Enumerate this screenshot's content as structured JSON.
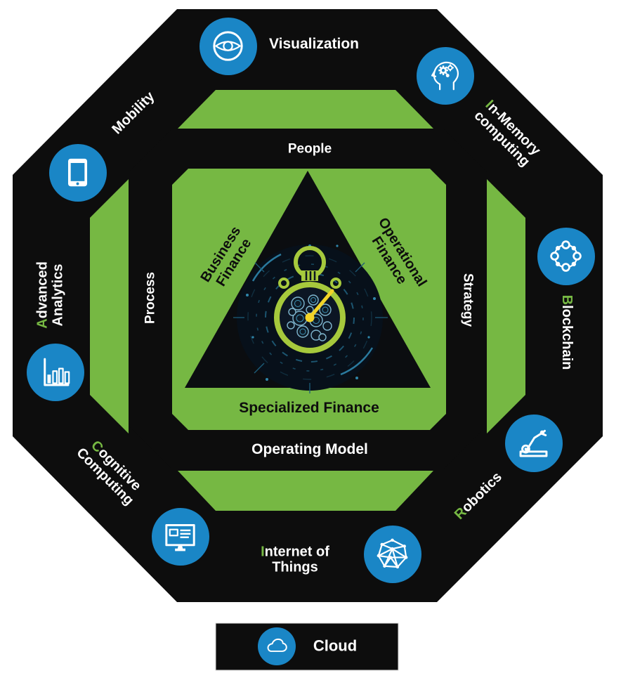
{
  "colors": {
    "green": "#76b843",
    "blue": "#1a86c6",
    "dark": "#0d0d0d",
    "watch_green": "#a6c93c",
    "hand_yellow": "#f2d428"
  },
  "outer_nodes": {
    "visualization": {
      "accent": "",
      "rest": "Visualization",
      "icon": "eye-icon"
    },
    "in_memory": {
      "accent": "I",
      "rest": "n-Memory",
      "line2": "computing",
      "icon": "head-gears-icon"
    },
    "blockchain": {
      "accent": "B",
      "rest": "lockchain",
      "icon": "molecule-ring-icon"
    },
    "robotics": {
      "accent": "R",
      "rest": "obotics",
      "icon": "robot-arm-icon"
    },
    "iot": {
      "accent": "I",
      "rest": "nternet of",
      "line2": "Things",
      "icon": "network-mesh-icon"
    },
    "cognitive": {
      "accent": "C",
      "rest": "ognitive",
      "line2": "Computing",
      "icon": "monitor-icon"
    },
    "analytics": {
      "accent": "A",
      "rest": "dvanced",
      "line2": "Analytics",
      "icon": "bar-chart-icon"
    },
    "mobility": {
      "accent": "",
      "rest": "Mobility",
      "icon": "tablet-icon"
    },
    "cloud": {
      "accent": "",
      "rest": "Cloud",
      "icon": "cloud-icon"
    }
  },
  "inner_ring": {
    "top": "People",
    "right": "Strategy",
    "bottom": "Operating Model",
    "left": "Process"
  },
  "triangle": {
    "left": {
      "line1": "Business",
      "line2": "Finance"
    },
    "right": {
      "line1": "Operational",
      "line2": "Finance"
    },
    "bottom": "Specialized Finance"
  }
}
